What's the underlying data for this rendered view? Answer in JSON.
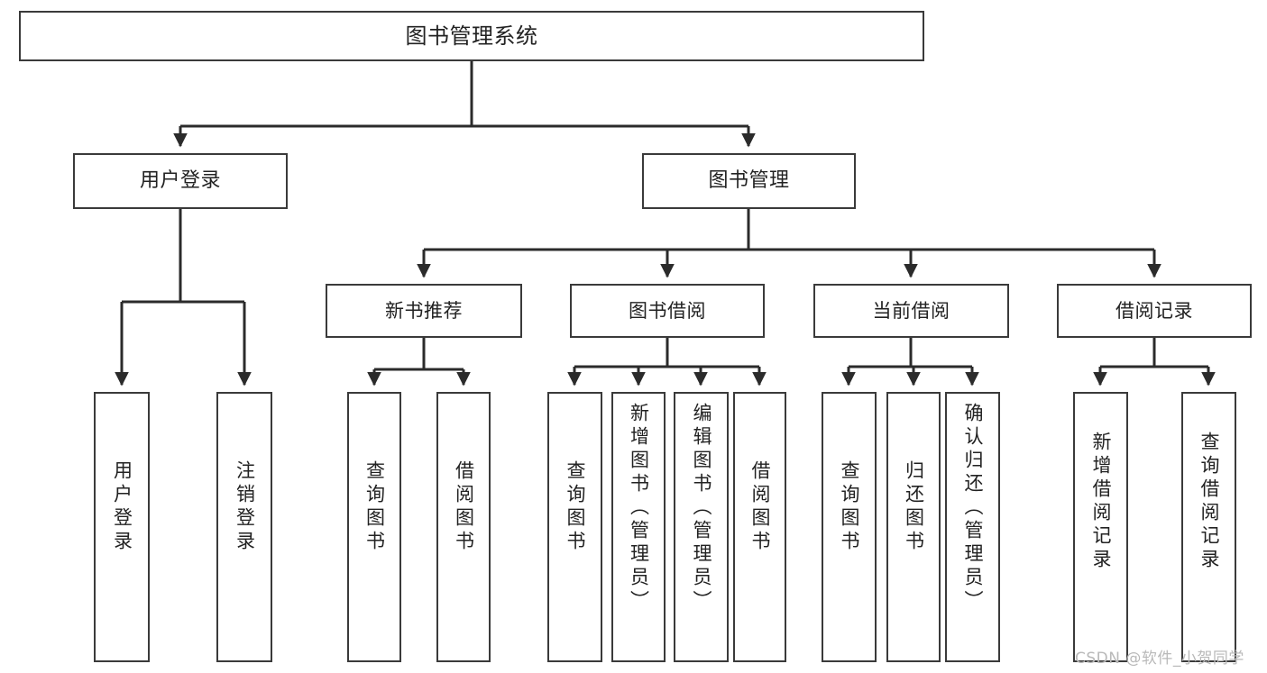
{
  "diagram": {
    "title": "图书管理系统",
    "type": "功能结构图",
    "root": {
      "label": "图书管理系统"
    },
    "level2": [
      {
        "label": "用户登录"
      },
      {
        "label": "图书管理"
      }
    ],
    "level3": [
      {
        "label": "新书推荐"
      },
      {
        "label": "图书借阅"
      },
      {
        "label": "当前借阅"
      },
      {
        "label": "借阅记录"
      }
    ],
    "leaves": {
      "user_login": [
        {
          "label": "用户登录"
        },
        {
          "label": "注销登录"
        }
      ],
      "new_book": [
        {
          "label": "查询图书"
        },
        {
          "label": "借阅图书"
        }
      ],
      "book_borrow": [
        {
          "label": "查询图书"
        },
        {
          "label": "新增图书（管理员）"
        },
        {
          "label": "编辑图书（管理员）"
        },
        {
          "label": "借阅图书"
        }
      ],
      "current_borrow": [
        {
          "label": "查询图书"
        },
        {
          "label": "归还图书"
        },
        {
          "label": "确认归还（管理员）"
        }
      ],
      "borrow_record": [
        {
          "label": "新增借阅记录"
        },
        {
          "label": "查询借阅记录"
        }
      ]
    }
  },
  "watermark": {
    "text": "CSDN @软件_小贺同学"
  },
  "colors": {
    "stroke": "#3a3a3a",
    "line": "#2b2b2b",
    "text": "#222222",
    "background": "#ffffff",
    "watermark": "#b9b9b9"
  }
}
